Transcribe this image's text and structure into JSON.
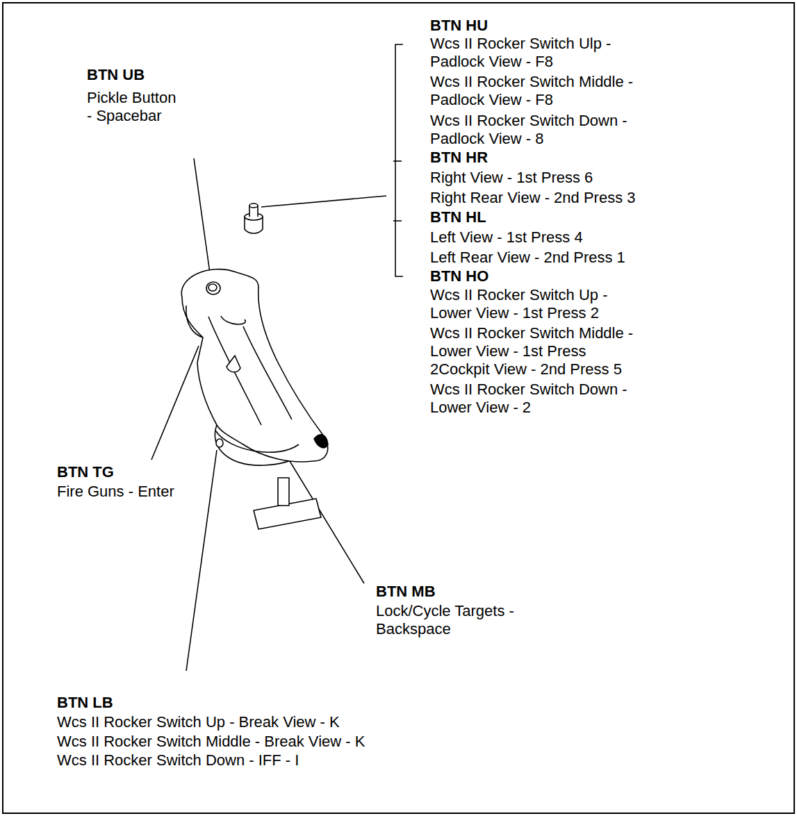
{
  "diagram": {
    "labels": [
      "BTN UB",
      "Pickle Button",
      "- Spacebar",
      "BTN HU",
      "Wcs II Rocker Switch Ulp -",
      "Padlock View - F8",
      "Wcs II Rocker Switch Middle -",
      "Padlock View - F8",
      "Wcs II Rocker Switch Down -",
      "Padlock View - 8",
      "BTN HR",
      "Right View - 1st Press 6",
      "Right Rear View - 2nd Press 3",
      "BTN HL",
      "Left View - 1st Press 4",
      "Left Rear View - 2nd Press 1",
      "BTN HO",
      "Wcs II Rocker Switch Up -",
      "Lower View - 1st Press 2",
      "Wcs II Rocker Switch Middle -",
      "Lower View - 1st Press",
      "2Cockpit View - 2nd Press 5",
      "Wcs II Rocker Switch Down -",
      "Lower View - 2",
      "BTN TG",
      "Fire Guns - Enter",
      "BTN MB",
      "Lock/Cycle Targets -",
      "Backspace",
      "BTN LB",
      "Wcs II Rocker Switch Up - Break View - K",
      "Wcs II Rocker Switch Middle - Break View - K",
      "Wcs II Rocker Switch Down - IFF - I"
    ]
  }
}
